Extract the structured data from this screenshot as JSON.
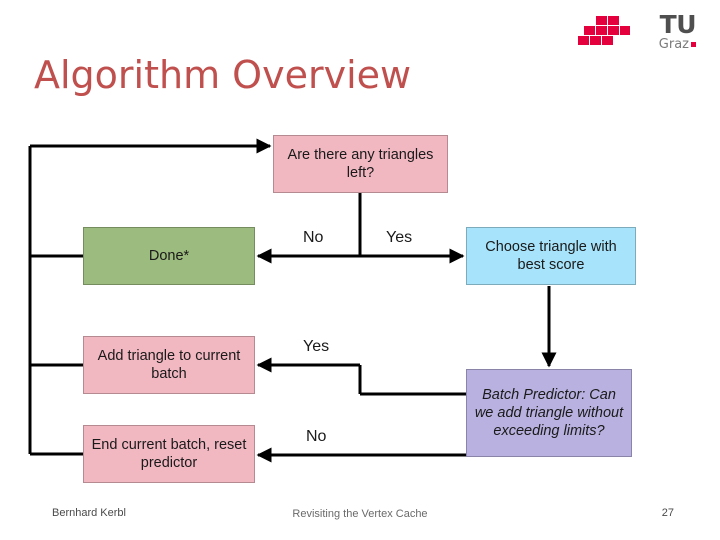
{
  "logo": {
    "brand": "TU",
    "city": "Graz",
    "mark_icon": "tu-graz-logo-icon",
    "color": "#e4003c"
  },
  "title": "Algorithm Overview",
  "diagram": {
    "type": "flowchart",
    "nodes": [
      {
        "id": "question",
        "label": "Are there any triangles left?",
        "color": "#f2b8c2",
        "style": "normal"
      },
      {
        "id": "done",
        "label": "Done*",
        "color": "#9cbb7e",
        "style": "normal"
      },
      {
        "id": "choose",
        "label": "Choose triangle with best score",
        "color": "#a7e4fb",
        "style": "normal"
      },
      {
        "id": "add",
        "label": "Add triangle to current batch",
        "color": "#f2b8c2",
        "style": "normal"
      },
      {
        "id": "predictor",
        "label": "Batch Predictor: Can we add triangle without exceeding limits?",
        "color": "#b9b2e0",
        "style": "italic"
      },
      {
        "id": "end",
        "label": "End current batch, reset predictor",
        "color": "#f2b8c2",
        "style": "normal"
      }
    ],
    "edge_labels": [
      {
        "id": "no-1",
        "text": "No"
      },
      {
        "id": "yes-1",
        "text": "Yes"
      },
      {
        "id": "yes-2",
        "text": "Yes"
      },
      {
        "id": "no-2",
        "text": "No"
      }
    ]
  },
  "footer": {
    "author": "Bernhard Kerbl",
    "talk": "Revisiting the Vertex Cache",
    "page": "27"
  }
}
